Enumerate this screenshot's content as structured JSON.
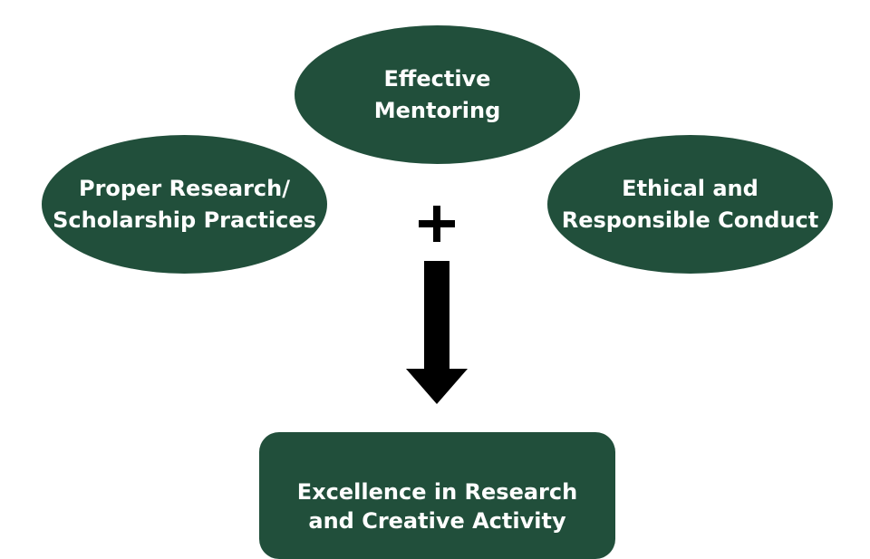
{
  "colors": {
    "node_fill": "#214f3b",
    "node_text": "#ffffff",
    "connector": "#000000"
  },
  "inputs": {
    "mentoring": {
      "line1": "Effective",
      "line2": "Mentoring"
    },
    "research": {
      "line1": "Proper Research/",
      "line2": "Scholarship Practices"
    },
    "ethics": {
      "line1": "Ethical and",
      "line2": "Responsible Conduct"
    }
  },
  "operator_symbol": "plus-icon",
  "flow_symbol": "down-arrow-icon",
  "outcome": {
    "line1": "Excellence in Research",
    "line2": "and Creative Activity"
  }
}
